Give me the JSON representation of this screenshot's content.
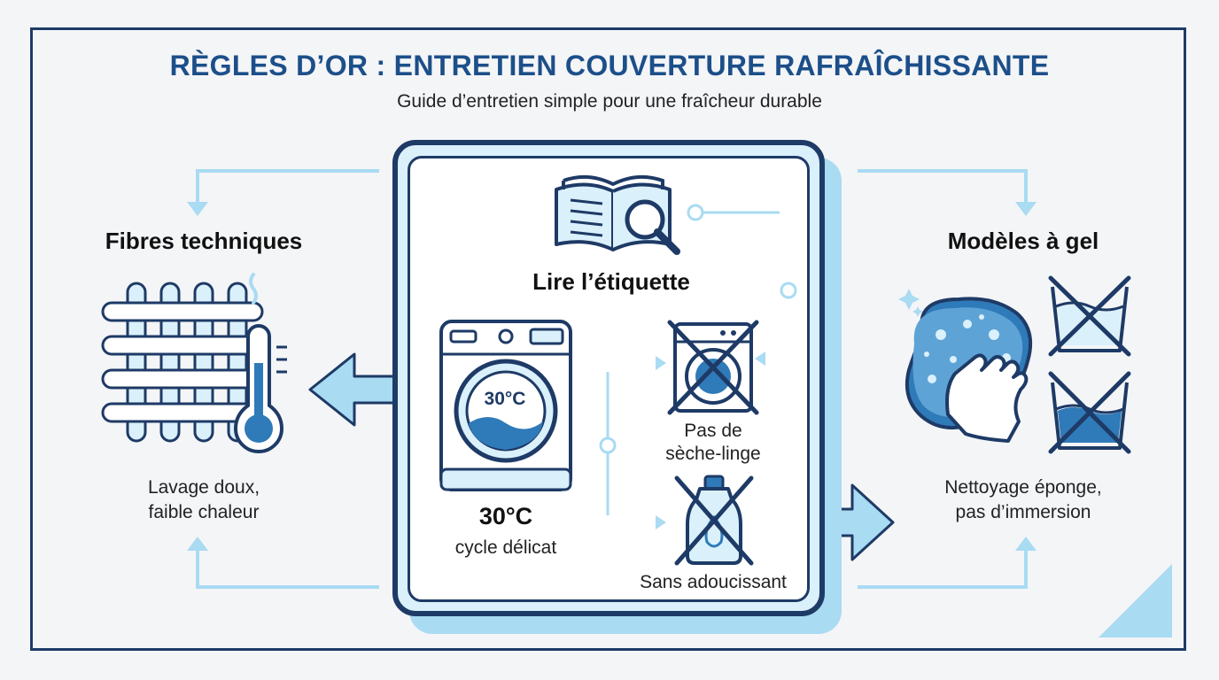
{
  "header": {
    "title": "RÈGLES D’OR : ENTRETIEN COUVERTURE RAFRAÎCHISSANTE",
    "subtitle": "Guide d’entretien simple pour une fraîcheur durable"
  },
  "center": {
    "label_step": "Lire l’étiquette",
    "wash_dial_text": "30°C",
    "wash_temp": "30°C",
    "wash_cycle": "cycle délicat",
    "no_dryer_line1": "Pas de",
    "no_dryer_line2": "sèche-linge",
    "no_softener": "Sans adoucissant"
  },
  "left": {
    "heading": "Fibres techniques",
    "line1": "Lavage doux,",
    "line2": "faible chaleur"
  },
  "right": {
    "heading": "Modèles à gel",
    "line1": "Nettoyage éponge,",
    "line2": "pas d’immersion"
  },
  "colors": {
    "navy": "#1e3a66",
    "title_blue": "#1c4f8a",
    "light_blue": "#a9dbf2",
    "mid_blue": "#2f7ab8"
  },
  "icons": [
    "book-magnifier-icon",
    "washing-machine-icon",
    "no-dryer-icon",
    "no-softener-icon",
    "woven-fiber-icon",
    "thermometer-icon",
    "steam-icon",
    "sponge-hand-icon",
    "no-immersion-icon",
    "sparkle-icon"
  ]
}
